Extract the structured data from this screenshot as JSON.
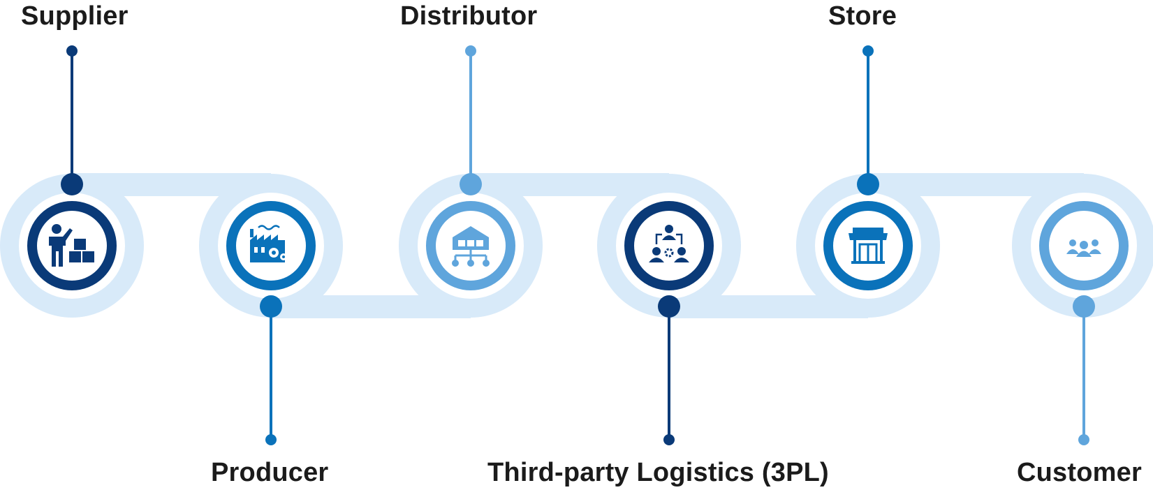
{
  "colors": {
    "track": "#d8eaf9",
    "dark": "#0a3a78",
    "mid": "#0a72ba",
    "light": "#5fa5dc",
    "white": "#ffffff"
  },
  "stages": [
    {
      "label": "Supplier",
      "icon": "worker-boxes-icon",
      "color": "dark",
      "side": "top"
    },
    {
      "label": "Producer",
      "icon": "factory-gears-icon",
      "color": "mid",
      "side": "bottom"
    },
    {
      "label": "Distributor",
      "icon": "warehouse-network-icon",
      "color": "light",
      "side": "top"
    },
    {
      "label": "Third-party Logistics (3PL)",
      "icon": "people-network-icon",
      "color": "dark",
      "side": "bottom"
    },
    {
      "label": "Store",
      "icon": "storefront-icon",
      "color": "mid",
      "side": "top"
    },
    {
      "label": "Customer",
      "icon": "customers-group-icon",
      "color": "light",
      "side": "bottom"
    }
  ]
}
